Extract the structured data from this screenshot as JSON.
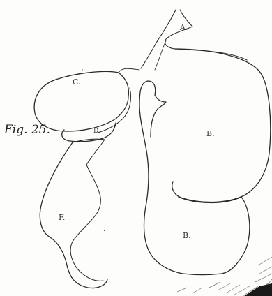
{
  "figure": {
    "caption": "Fig. 25.",
    "labels": {
      "A": "A.",
      "B_upper": "B.",
      "B_lower": "B.",
      "C": "C.",
      "D": "D.",
      "F": "F."
    }
  },
  "colors": {
    "ink": "#2a2a2a",
    "paper": "#fdfdfb"
  }
}
